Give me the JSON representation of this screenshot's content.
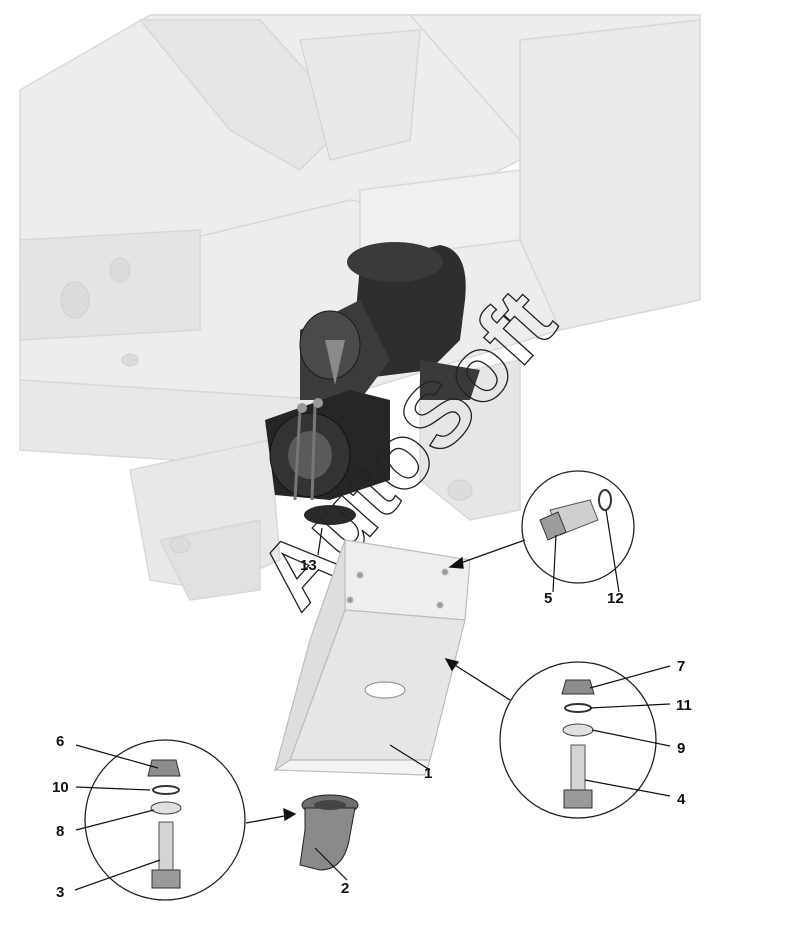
{
  "watermark": "AutoSoft",
  "callouts": [
    {
      "id": "1",
      "label": "1"
    },
    {
      "id": "2",
      "label": "2"
    },
    {
      "id": "3",
      "label": "3"
    },
    {
      "id": "4",
      "label": "4"
    },
    {
      "id": "5",
      "label": "5"
    },
    {
      "id": "6",
      "label": "6"
    },
    {
      "id": "7",
      "label": "7"
    },
    {
      "id": "8",
      "label": "8"
    },
    {
      "id": "9",
      "label": "9"
    },
    {
      "id": "10",
      "label": "10"
    },
    {
      "id": "11",
      "label": "11"
    },
    {
      "id": "12",
      "label": "12"
    },
    {
      "id": "13",
      "label": "13"
    }
  ],
  "colors": {
    "frame": "#ececec",
    "frame_edge": "#d6d6d6",
    "heater": "#2a2a2a",
    "bracket": "#e4e4e4",
    "line": "#111111"
  }
}
